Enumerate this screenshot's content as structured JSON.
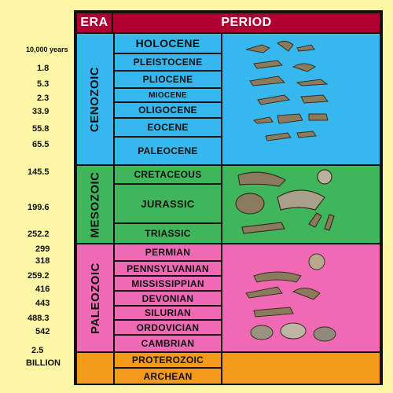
{
  "header": {
    "era": "ERA",
    "period": "PERIOD"
  },
  "eras": [
    {
      "name": "CENOZOIC",
      "color": "#36b7ee",
      "periods": [
        "HOLOCENE",
        "PLEISTOCENE",
        "PLIOCENE",
        "MIOCENE",
        "OLIGOCENE",
        "EOCENE",
        "PALEOCENE"
      ]
    },
    {
      "name": "MESOZOIC",
      "color": "#3fb65b",
      "periods": [
        "CRETACEOUS",
        "JURASSIC",
        "TRIASSIC"
      ]
    },
    {
      "name": "PALEOZOIC",
      "color": "#ef69b5",
      "periods": [
        "PERMIAN",
        "PENNSYLVANIAN",
        "MISSISSIPPIAN",
        "DEVONIAN",
        "SILURIAN",
        "ORDOVICIAN",
        "CAMBRIAN"
      ]
    },
    {
      "name": "",
      "color": "#f39a1d",
      "periods": [
        "PROTEROZOIC",
        "ARCHEAN"
      ]
    }
  ],
  "ages": [
    "10,000 years",
    "1.8",
    "5.3",
    "2.3",
    "33.9",
    "55.8",
    "65.5",
    "145.5",
    "199.6",
    "252.2",
    "299",
    "318",
    "259.2",
    "416",
    "443",
    "488.3",
    "542",
    "2.5",
    "BILLION"
  ],
  "fossil_icons": [
    "mammal-fossils-icon",
    "dinosaur-fossils-icon",
    "invertebrate-fossils-icon"
  ]
}
